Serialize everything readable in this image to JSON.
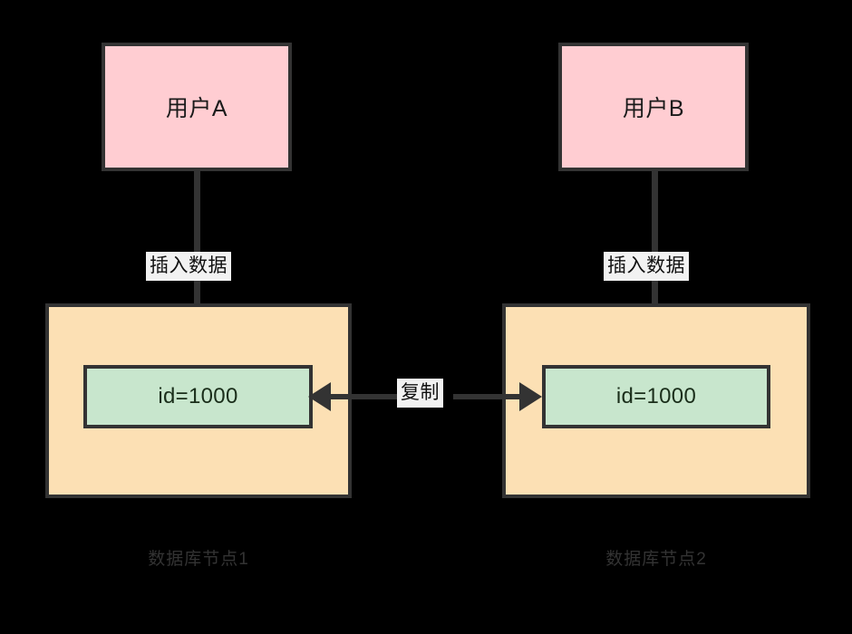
{
  "diagram": {
    "type": "replication-flow",
    "background_color": "#000000",
    "palette": {
      "user_box_fill": "#ffcdd2",
      "db_box_fill": "#fce0b4",
      "record_box_fill": "#c8e6cd",
      "stroke": "#333333",
      "label_chip_fill": "#f2f2f2",
      "caption_text": "#333333"
    },
    "users": [
      {
        "id": "user-a",
        "label": "用户A"
      },
      {
        "id": "user-b",
        "label": "用户B"
      }
    ],
    "databases": [
      {
        "id": "db-left",
        "caption": "数据库节点1",
        "record": "id=1000"
      },
      {
        "id": "db-right",
        "caption": "数据库节点2",
        "record": "id=1000"
      }
    ],
    "edges": [
      {
        "id": "insert-left",
        "label": "插入数据",
        "from": "user-a",
        "to": "db-left",
        "direction": "down"
      },
      {
        "id": "insert-right",
        "label": "插入数据",
        "from": "user-b",
        "to": "db-right",
        "direction": "down"
      },
      {
        "id": "replicate",
        "label": "复制",
        "from": "db-left",
        "to": "db-right",
        "direction": "bidirectional"
      }
    ]
  }
}
